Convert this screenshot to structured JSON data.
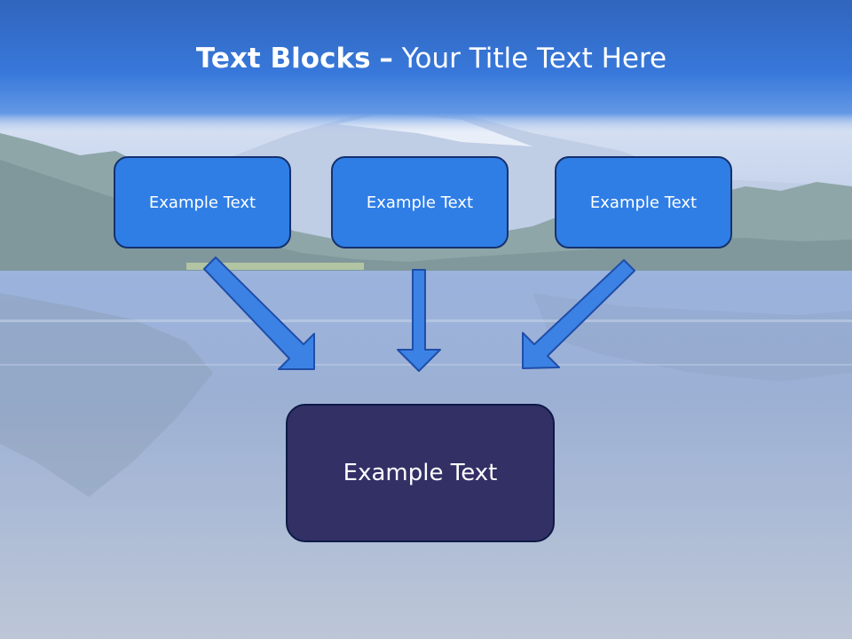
{
  "title": {
    "bold": "Text Blocks",
    "dash": "–",
    "rest": "Your Title Text Here"
  },
  "blocks": [
    {
      "label": "Example Text"
    },
    {
      "label": "Example Text"
    },
    {
      "label": "Example Text"
    }
  ],
  "target": {
    "label": "Example Text"
  },
  "colors": {
    "header_blue": "#1a61d3",
    "block_fill": "#2f7ee6",
    "block_border": "#14316e",
    "arrow_fill": "#3b82e4",
    "arrow_stroke": "#1f4ea8",
    "target_fill": "#333066",
    "target_border": "#0c1a45"
  }
}
